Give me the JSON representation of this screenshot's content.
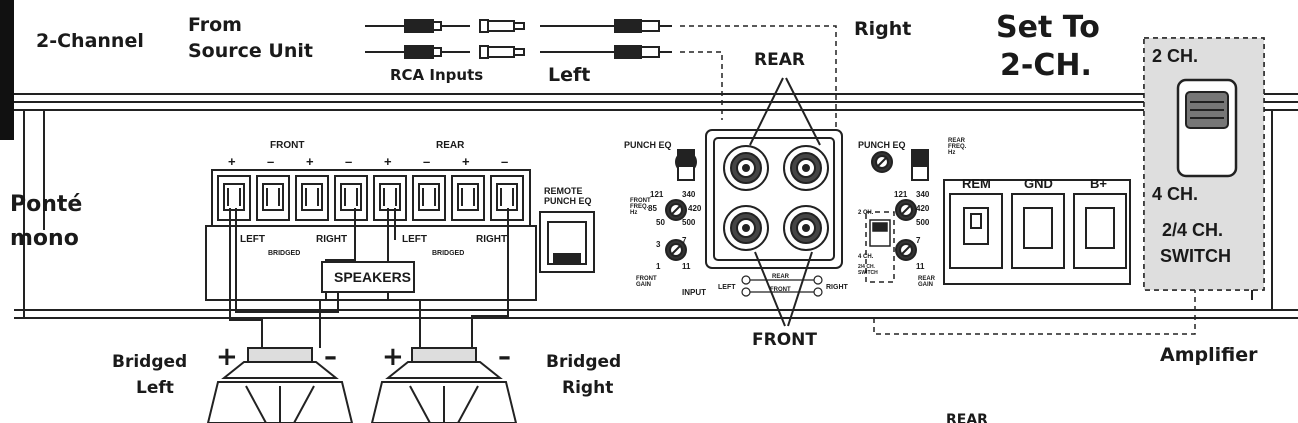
{
  "top": {
    "channel": "2-Channel",
    "from": "From",
    "source": "Source Unit",
    "rca": "RCA Inputs",
    "left": "Left",
    "right": "Right",
    "set_to_1": "Set To",
    "set_to_2": "2-CH.",
    "rear": "REAR"
  },
  "terminal": {
    "front": "FRONT",
    "rear": "REAR",
    "signs": [
      "+",
      "–",
      "+",
      "–",
      "+",
      "–",
      "+",
      "–"
    ],
    "left1": "LEFT",
    "right1": "RIGHT",
    "left2": "LEFT",
    "right2": "RIGHT",
    "bridged": "BRIDGED",
    "speakers": "SPEAKERS",
    "remote": "REMOTE",
    "punch_eq": "PUNCH EQ"
  },
  "controls": {
    "punch_eq": "PUNCH EQ",
    "front_freq": "FRONT FREQ. Hz",
    "rear_freq": "REAR FREQ. Hz",
    "front_gain": "FRONT GAIN",
    "rear_gain": "REAR GAIN",
    "input": "INPUT",
    "in_left": "LEFT",
    "in_right": "RIGHT",
    "in_rear": "REAR",
    "in_front": "FRONT",
    "sw_2ch": "2 CH.",
    "sw_4ch": "4 CH.",
    "sw_label": "2/4 CH. SWITCH",
    "f121": "121",
    "f340": "340",
    "f85": "85",
    "f420": "420",
    "f50": "50",
    "f500": "500",
    "g3": "3",
    "g7": "7",
    "g1": "1",
    "g11": "11"
  },
  "power": {
    "rem": "REM",
    "gnd": "GND",
    "bplus": "B+"
  },
  "switch": {
    "ch2": "2 CH.",
    "ch4": "4 CH.",
    "label1": "2/4 CH.",
    "label2": "SWITCH"
  },
  "side": {
    "ponte": "Ponté",
    "mono": "mono"
  },
  "bottom": {
    "bridged1": "Bridged",
    "left": "Left",
    "bridged2": "Bridged",
    "right": "Right",
    "front": "FRONT",
    "amplifier": "Amplifier",
    "rear_partial": "REAR",
    "plus": "+",
    "minus": "–"
  }
}
